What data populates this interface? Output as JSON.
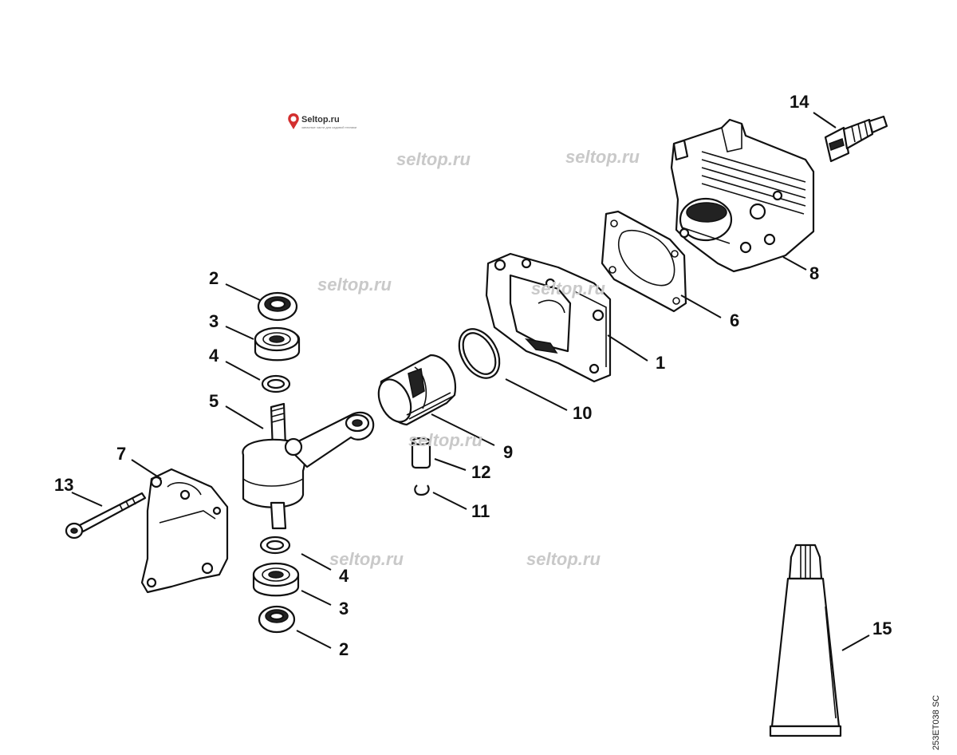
{
  "logo": {
    "text": "Seltop.ru",
    "subtext": "запасные части для садовой техники"
  },
  "watermarks": [
    "seltop.ru",
    "seltop.ru",
    "seltop.ru",
    "seltop.ru",
    "seltop.ru",
    "seltop.ru",
    "seltop.ru"
  ],
  "callouts": {
    "c1": "1",
    "c2a": "2",
    "c2b": "2",
    "c3a": "3",
    "c3b": "3",
    "c4a": "4",
    "c4b": "4",
    "c5": "5",
    "c6": "6",
    "c7": "7",
    "c8": "8",
    "c9": "9",
    "c10": "10",
    "c11": "11",
    "c12": "12",
    "c13": "13",
    "c14": "14",
    "c15": "15"
  },
  "doc_code": "253ET038 SC"
}
